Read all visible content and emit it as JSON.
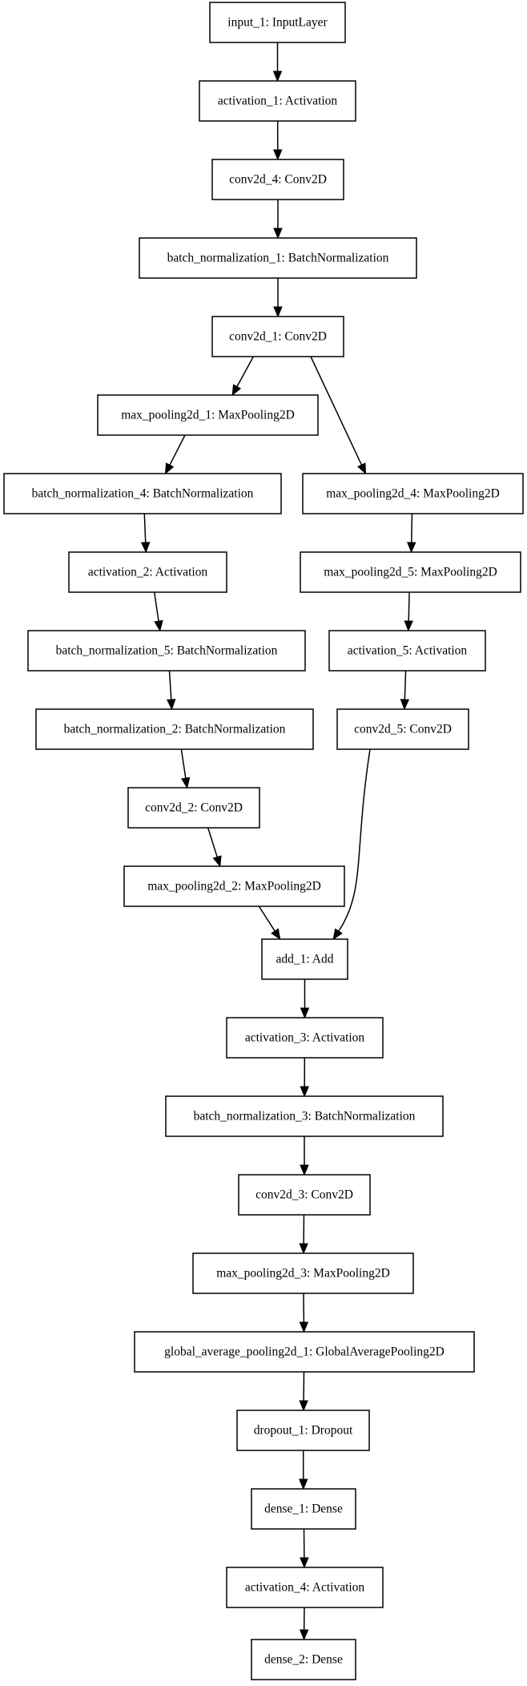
{
  "diagram": {
    "nodes": [
      {
        "id": "input_1",
        "label": "input_1: InputLayer"
      },
      {
        "id": "activation_1",
        "label": "activation_1: Activation"
      },
      {
        "id": "conv2d_4",
        "label": "conv2d_4: Conv2D"
      },
      {
        "id": "batch_normalization_1",
        "label": "batch_normalization_1: BatchNormalization"
      },
      {
        "id": "conv2d_1",
        "label": "conv2d_1: Conv2D"
      },
      {
        "id": "max_pooling2d_1",
        "label": "max_pooling2d_1: MaxPooling2D"
      },
      {
        "id": "batch_normalization_4",
        "label": "batch_normalization_4: BatchNormalization"
      },
      {
        "id": "max_pooling2d_4",
        "label": "max_pooling2d_4: MaxPooling2D"
      },
      {
        "id": "activation_2",
        "label": "activation_2: Activation"
      },
      {
        "id": "max_pooling2d_5",
        "label": "max_pooling2d_5: MaxPooling2D"
      },
      {
        "id": "batch_normalization_5",
        "label": "batch_normalization_5: BatchNormalization"
      },
      {
        "id": "activation_5",
        "label": "activation_5: Activation"
      },
      {
        "id": "batch_normalization_2",
        "label": "batch_normalization_2: BatchNormalization"
      },
      {
        "id": "conv2d_5",
        "label": "conv2d_5: Conv2D"
      },
      {
        "id": "conv2d_2",
        "label": "conv2d_2: Conv2D"
      },
      {
        "id": "max_pooling2d_2",
        "label": "max_pooling2d_2: MaxPooling2D"
      },
      {
        "id": "add_1",
        "label": "add_1: Add"
      },
      {
        "id": "activation_3",
        "label": "activation_3: Activation"
      },
      {
        "id": "batch_normalization_3",
        "label": "batch_normalization_3: BatchNormalization"
      },
      {
        "id": "conv2d_3",
        "label": "conv2d_3: Conv2D"
      },
      {
        "id": "max_pooling2d_3",
        "label": "max_pooling2d_3: MaxPooling2D"
      },
      {
        "id": "global_average_pooling2d_1",
        "label": "global_average_pooling2d_1: GlobalAveragePooling2D"
      },
      {
        "id": "dropout_1",
        "label": "dropout_1: Dropout"
      },
      {
        "id": "dense_1",
        "label": "dense_1: Dense"
      },
      {
        "id": "activation_4",
        "label": "activation_4: Activation"
      },
      {
        "id": "dense_2",
        "label": "dense_2: Dense"
      }
    ],
    "edges": [
      [
        "input_1",
        "activation_1"
      ],
      [
        "activation_1",
        "conv2d_4"
      ],
      [
        "conv2d_4",
        "batch_normalization_1"
      ],
      [
        "batch_normalization_1",
        "conv2d_1"
      ],
      [
        "conv2d_1",
        "max_pooling2d_1"
      ],
      [
        "conv2d_1",
        "max_pooling2d_4"
      ],
      [
        "max_pooling2d_1",
        "batch_normalization_4"
      ],
      [
        "batch_normalization_4",
        "activation_2"
      ],
      [
        "activation_2",
        "batch_normalization_5"
      ],
      [
        "batch_normalization_5",
        "batch_normalization_2"
      ],
      [
        "batch_normalization_2",
        "conv2d_2"
      ],
      [
        "conv2d_2",
        "max_pooling2d_2"
      ],
      [
        "max_pooling2d_2",
        "add_1"
      ],
      [
        "max_pooling2d_4",
        "max_pooling2d_5"
      ],
      [
        "max_pooling2d_5",
        "activation_5"
      ],
      [
        "activation_5",
        "conv2d_5"
      ],
      [
        "conv2d_5",
        "add_1"
      ],
      [
        "add_1",
        "activation_3"
      ],
      [
        "activation_3",
        "batch_normalization_3"
      ],
      [
        "batch_normalization_3",
        "conv2d_3"
      ],
      [
        "conv2d_3",
        "max_pooling2d_3"
      ],
      [
        "max_pooling2d_3",
        "global_average_pooling2d_1"
      ],
      [
        "global_average_pooling2d_1",
        "dropout_1"
      ],
      [
        "dropout_1",
        "dense_1"
      ],
      [
        "dense_1",
        "activation_4"
      ],
      [
        "activation_4",
        "dense_2"
      ]
    ]
  }
}
